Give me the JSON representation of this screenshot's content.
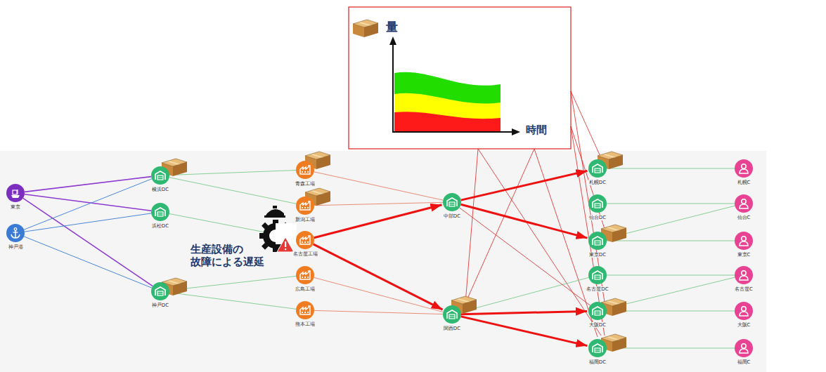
{
  "diagram": {
    "nodes": [
      {
        "text": [
          "東京"
        ]
      },
      {
        "text": [
          "神戸港"
        ]
      },
      {
        "text": [
          "横浜DC"
        ]
      },
      {
        "text": [
          "浜松DC"
        ]
      },
      {
        "text": [
          "神戸DC"
        ]
      },
      {
        "text": [
          "青森工場"
        ]
      },
      {
        "text": [
          "新潟工場"
        ]
      },
      {
        "text": [
          "名古屋工場"
        ]
      },
      {
        "text": [
          "広島工場"
        ]
      },
      {
        "text": [
          "熊本工場"
        ]
      },
      {
        "text": [
          "中部DC"
        ]
      },
      {
        "text": [
          "関西DC"
        ]
      },
      {
        "text": [
          "札幌DC"
        ]
      },
      {
        "text": [
          "仙台DC"
        ]
      },
      {
        "text": [
          "東京DC"
        ]
      },
      {
        "text": [
          "名古屋DC"
        ]
      },
      {
        "text": [
          "大阪DC"
        ]
      },
      {
        "text": [
          "福岡DC"
        ]
      },
      {
        "text": [
          "札幌C"
        ]
      },
      {
        "text": [
          "仙台C"
        ]
      },
      {
        "text": [
          "東京C"
        ]
      },
      {
        "text": [
          "名古屋C"
        ]
      },
      {
        "text": [
          "大阪C"
        ]
      },
      {
        "text": [
          "福岡C"
        ]
      }
    ],
    "edges": [
      {
        "from": 0,
        "to": 2,
        "arrow": "none"
      },
      {
        "from": 0,
        "to": 3,
        "arrow": "none"
      },
      {
        "from": 0,
        "to": 4,
        "arrow": "none"
      },
      {
        "from": 1,
        "to": 2,
        "arrow": "none"
      },
      {
        "from": 1,
        "to": 3,
        "arrow": "none"
      },
      {
        "from": 1,
        "to": 4,
        "arrow": "none"
      },
      {
        "from": 2,
        "to": 5,
        "arrow": "none"
      },
      {
        "from": 2,
        "to": 6,
        "arrow": "none"
      },
      {
        "from": 3,
        "to": 7,
        "arrow": "none"
      },
      {
        "from": 4,
        "to": 8,
        "arrow": "none"
      },
      {
        "from": 4,
        "to": 9,
        "arrow": "none"
      },
      {
        "from": 5,
        "to": 10,
        "arrow": "none"
      },
      {
        "from": 6,
        "to": 10,
        "arrow": "none"
      },
      {
        "from": 8,
        "to": 11,
        "arrow": "none"
      },
      {
        "from": 9,
        "to": 11,
        "arrow": "none"
      },
      {
        "from": 7,
        "to": 10,
        "arrow": "to"
      },
      {
        "from": 7,
        "to": 11,
        "arrow": "to"
      },
      {
        "from": 10,
        "to": 12,
        "arrow": "to"
      },
      {
        "from": 10,
        "to": 14,
        "arrow": "to"
      },
      {
        "from": 11,
        "to": 16,
        "arrow": "to"
      },
      {
        "from": 11,
        "to": 17,
        "arrow": "to"
      },
      {
        "from": 11,
        "to": 15,
        "arrow": "none"
      },
      {
        "from": 10,
        "to": 16,
        "arrow": "none"
      },
      {
        "from": 12,
        "to": 18,
        "arrow": "none"
      },
      {
        "from": 13,
        "to": 19,
        "arrow": "none"
      },
      {
        "from": 14,
        "to": 20,
        "arrow": "none"
      },
      {
        "from": 14,
        "to": 19,
        "arrow": "none"
      },
      {
        "from": 15,
        "to": 21,
        "arrow": "none"
      },
      {
        "from": 16,
        "to": 22,
        "arrow": "none"
      },
      {
        "from": 16,
        "to": 21,
        "arrow": "none"
      },
      {
        "from": 17,
        "to": 23,
        "arrow": "none"
      }
    ],
    "labels": [
      "量",
      "時間",
      "生産設備の 故障による遅延"
    ]
  }
}
